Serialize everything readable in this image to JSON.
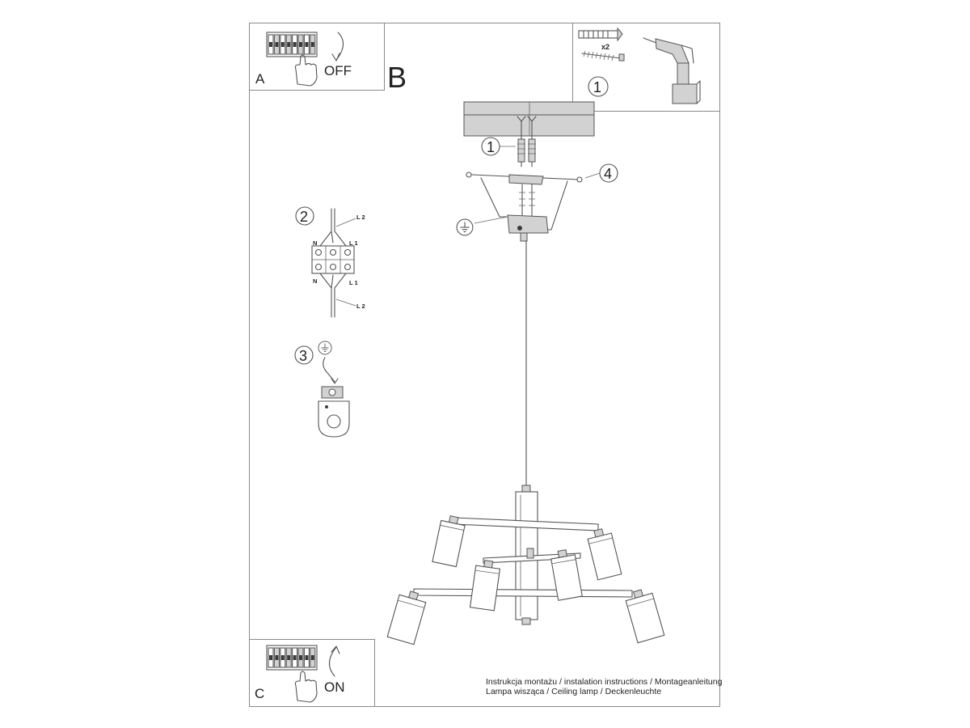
{
  "panel_a": {
    "letter": "A",
    "state": "OFF"
  },
  "panel_b": {
    "letter": "B"
  },
  "panel_c": {
    "letter": "C",
    "state": "ON"
  },
  "panel_tools": {
    "step": "1",
    "quantity": "x2"
  },
  "callouts": {
    "fixings": "1",
    "side_screws": "4",
    "wiring": "2",
    "earth": "3"
  },
  "wiring_labels": {
    "top_right": "L 2",
    "left_upper": "N",
    "right_upper": "L 1",
    "left_lower": "N",
    "right_lower": "L 1",
    "bottom_right": "L 2"
  },
  "caption": {
    "line1": "Instrukcja montażu / instalation instructions / Montageanleitung",
    "line2": "Lampa wisząca / Ceiling lamp / Deckenleuchte"
  }
}
